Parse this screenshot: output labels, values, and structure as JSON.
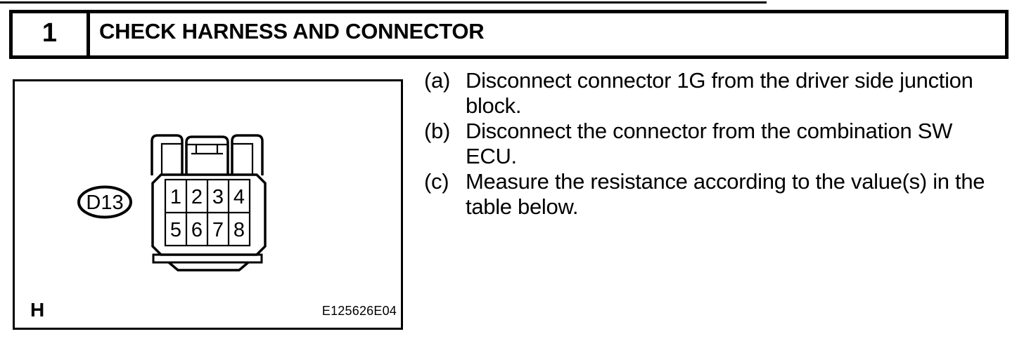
{
  "step_header": {
    "number": "1",
    "title": "CHECK HARNESS AND CONNECTOR"
  },
  "figure": {
    "connector_label": "D13",
    "pins": [
      "1",
      "2",
      "3",
      "4",
      "5",
      "6",
      "7",
      "8"
    ],
    "corner_label": "H",
    "figure_code": "E125626E04"
  },
  "instructions": {
    "items": [
      {
        "marker": "(a)",
        "lines": [
          "Disconnect connector 1G from the driver side junction",
          "block."
        ]
      },
      {
        "marker": "(b)",
        "lines": [
          "Disconnect the connector from the combination SW",
          "ECU."
        ]
      },
      {
        "marker": "(c)",
        "lines": [
          "Measure the resistance according to the value(s) in the",
          "table below."
        ]
      }
    ]
  },
  "colors": {
    "ink": "#000000",
    "paper": "#ffffff"
  }
}
